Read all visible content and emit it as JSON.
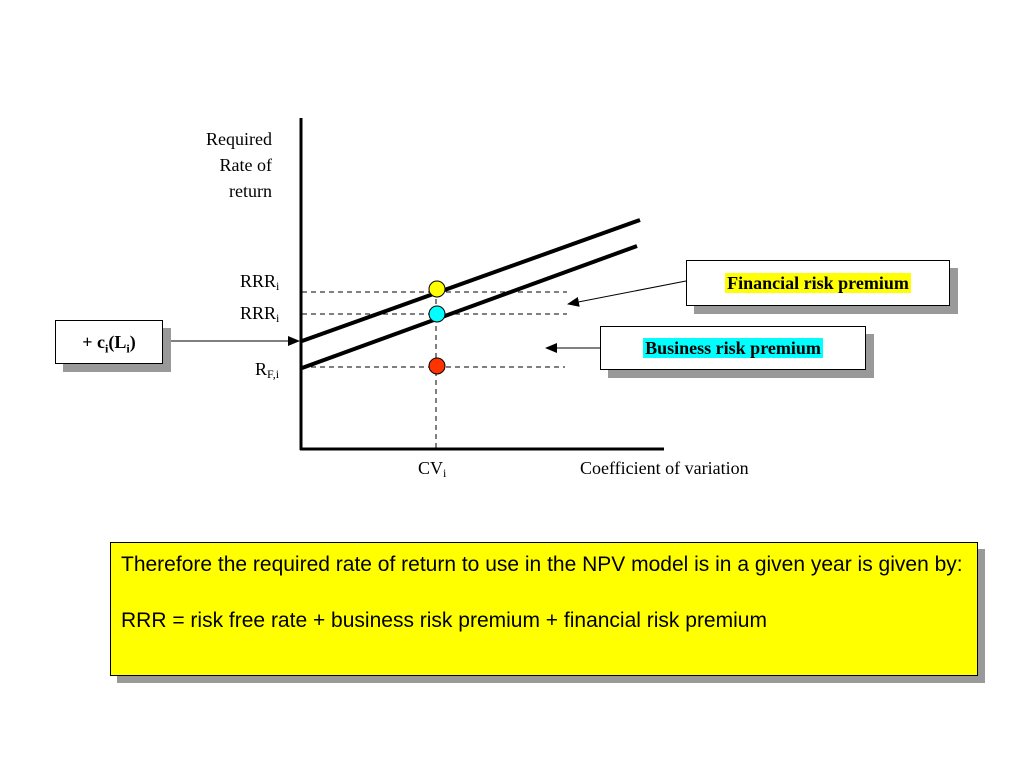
{
  "axes": {
    "y_label": [
      "Required",
      "Rate of",
      "return"
    ],
    "x_label": "Coefficient of variation",
    "x_tick": {
      "main": "CV",
      "sub": "i"
    },
    "y_ticks": [
      {
        "main": "RRR",
        "sub": "i"
      },
      {
        "main": "RRR",
        "sub": "i"
      },
      {
        "main": "R",
        "sub": "F,i"
      }
    ]
  },
  "left_box": {
    "prefix": "+ c",
    "sub1": "i",
    "mid": "(L",
    "sub2": "i",
    "suffix": ")"
  },
  "labels": {
    "financial": "Financial risk premium",
    "business": "Business risk premium"
  },
  "points": [
    {
      "name": "financial-point",
      "color": "#ffff00"
    },
    {
      "name": "business-point",
      "color": "#00ffff"
    },
    {
      "name": "risk-free-point",
      "color": "#ff3300"
    }
  ],
  "note": {
    "line1": "Therefore the required rate of return to use in the NPV model is in a given year is given by:",
    "line2": "RRR = risk free rate + business risk premium + financial risk premium"
  }
}
